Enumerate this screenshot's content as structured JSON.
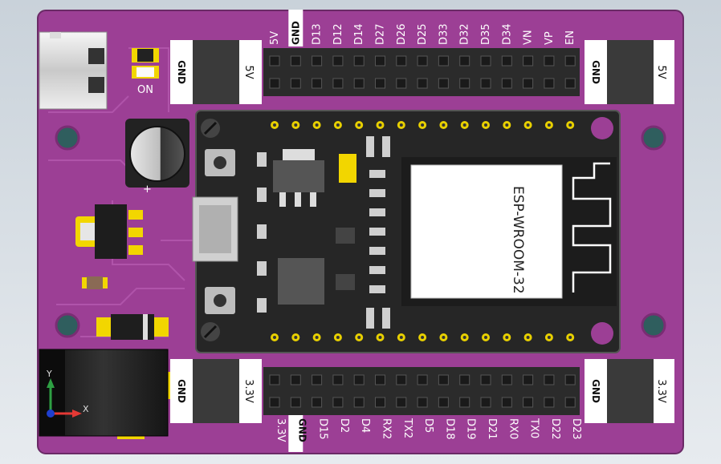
{
  "board": {
    "pcb_color": "#9c3f95",
    "module_label": "ESP-WROOM-32",
    "led_label": "ON"
  },
  "top_header": {
    "pins": [
      "5V",
      "GND",
      "D13",
      "D12",
      "D14",
      "D27",
      "D26",
      "D25",
      "D33",
      "D32",
      "D35",
      "D34",
      "VN",
      "VP",
      "EN"
    ]
  },
  "bottom_header": {
    "pins": [
      "3.3V",
      "GND",
      "D15",
      "D2",
      "D4",
      "RX2",
      "TX2",
      "D5",
      "D18",
      "D19",
      "D21",
      "RX0",
      "TX0",
      "D22",
      "D23"
    ]
  },
  "side_blocks": {
    "top_left": [
      "GND",
      "5V"
    ],
    "top_right": [
      "GND",
      "5V"
    ],
    "bottom_left": [
      "GND",
      "3.3V"
    ],
    "bottom_right": [
      "GND",
      "3.3V"
    ]
  },
  "axes": {
    "x": "X",
    "y": "Y"
  },
  "colors": {
    "pcb": "#9c3f95",
    "board_black": "#2a2a2a",
    "silk_white": "#ffffff",
    "gold": "#f2d600"
  }
}
